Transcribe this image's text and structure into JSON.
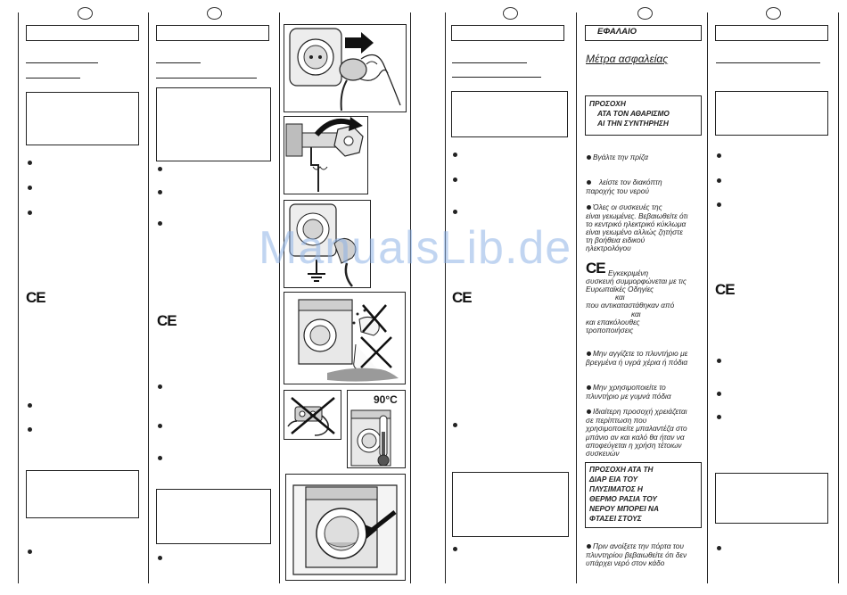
{
  "header": {
    "title": "ΕΦΑΛΑΙΟ",
    "subtitle": "Μέτρα ασφαλείας"
  },
  "warning_box_1": {
    "line1": "ΠΡΟΣΟΧΗ",
    "line2": "ΑΤΑ ΤΟΝ ΑΘΑΡΙΣΜΟ",
    "line3": "ΑΙ ΤΗΝ ΣΥΝΤΗΡΗΣΗ"
  },
  "items": {
    "unplug": "Βγάλτε την πρίζα",
    "tap_1": "λείστε τον διακόπτη",
    "tap_2": "παροχής του νερού",
    "earth_1": "Όλες οι συσκευές της",
    "earth_2": "είναι γειωμένες. Βεβαιωθείτε ότι",
    "earth_3": "το κεντρικό ηλεκτρικό κύκλωμα",
    "earth_4": "είναι γειωμένο αλλιώς ζητήστε",
    "earth_5": "τη βοήθεια ειδικού",
    "earth_6": "ηλεκτρολόγου",
    "ce_1": "Εγκεκριμένη",
    "ce_2": "συσκευή συμμορφώνεται με τις",
    "ce_3": "Ευρωπαϊκές Οδηγίες",
    "ce_4": "και",
    "ce_5": "που αντικαταστάθηκαν από",
    "ce_6": "και",
    "ce_7": "και επακόλουθες",
    "ce_8": "τροποποιήσεις",
    "wet_1": "Μην αγγίζετε το πλυντήριο με",
    "wet_2": "βρεγμένα ή υγρά χέρια ή πόδια",
    "bare_1": "Μην χρησιμοποιείτε το",
    "bare_2": "πλυντήριο με γυμνά πόδια",
    "ext_1": "Ιδιαίτερη προσοχή χρειάζεται",
    "ext_2": "σε περίπτωση που",
    "ext_3": "χρησιμοποιείτε μπαλαντέζα στο",
    "ext_4": "μπάνιο αν και καλό θα ήταν να",
    "ext_5": "αποφεύγεται η χρήση τέτοιων",
    "ext_6": "συσκευών",
    "door_1": "Πριν ανοίξετε την πόρτα του",
    "door_2": "πλυντηρίου βεβαιωθείτε ότι δεν",
    "door_3": "υπάρχει νερό στον κάδο"
  },
  "warning_box_2": {
    "line1": "ΠΡΟΣΟΧΗ ΑΤΑ ΤΗ",
    "line2": "ΔΙΑΡ ΕΙΑ ΤΟΥ",
    "line3": "ΠΛΥΣΙΜΑΤΟΣ Η",
    "line4": "ΘΕΡΜΟ ΡΑΣΙΑ ΤΟΥ",
    "line5": "ΝΕΡΟΥ ΜΠΟΡΕΙ ΝΑ",
    "line6": "ΦΤΑΣΕΙ ΣΤΟΥΣ"
  },
  "ce_mark": "CE",
  "temperature_label": "90°C",
  "watermark": "ManualsLib.de"
}
